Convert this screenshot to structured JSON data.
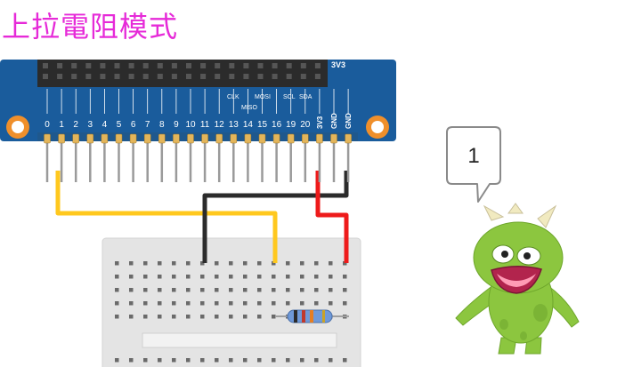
{
  "title": {
    "text": "上拉電阻模式",
    "color": "#e62ad8"
  },
  "board": {
    "pin_numbers": [
      "0",
      "1",
      "2",
      "3",
      "4",
      "5",
      "6",
      "7",
      "8",
      "9",
      "10",
      "11",
      "12",
      "13",
      "14",
      "15",
      "16",
      "19",
      "20"
    ],
    "power_pins": [
      "3V3",
      "GND",
      "GND"
    ],
    "top_label": "3V3",
    "function_labels": {
      "clk": "CLK",
      "mosi": "MOSI",
      "miso": "MISO",
      "scl": "SCL",
      "sda": "SDA"
    },
    "color": "#1a5c9c"
  },
  "wires": [
    {
      "id": "yellow",
      "from": "1",
      "to": "breadboard",
      "color": "#ffc81e"
    },
    {
      "id": "black",
      "from": "GND",
      "to": "breadboard",
      "color": "#2b2b2b"
    },
    {
      "id": "red",
      "from": "3V3",
      "to": "breadboard",
      "color": "#ee1b1b"
    }
  ],
  "breadboard": {
    "color": "#e4e4e4"
  },
  "resistor": {
    "color": "#6f99d8"
  },
  "speech_bubble": {
    "text": "1"
  },
  "mascot": {
    "name": "green-monster",
    "color": "#8cc63f"
  }
}
